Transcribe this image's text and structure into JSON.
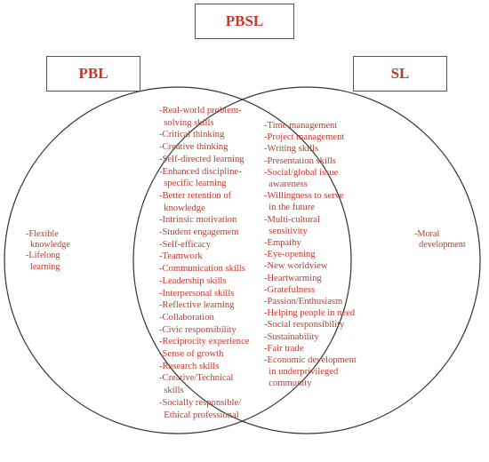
{
  "colors": {
    "text": "#c0392b",
    "outline": "#333333",
    "box_border": "#555555"
  },
  "title_box": {
    "label": "PBSL"
  },
  "left_circle": {
    "label": "PBL"
  },
  "right_circle": {
    "label": "SL"
  },
  "pbl_only": [
    "-Flexible",
    "  knowledge",
    "-Lifelong",
    "  learning"
  ],
  "overlap_left": [
    "-Real-world problem-",
    "  solving skills",
    "-Critical thinking",
    "-Creative thinking",
    "-Self-directed learning",
    "-Enhanced discipline-",
    "  specific learning",
    "-Better retention of",
    "  knowledge",
    "-Intrinsic motivation",
    "-Student engagement",
    "-Self-efficacy",
    "-Teamwork",
    "-Communication skills",
    "-Leadership skills",
    "-Interpersonal skills",
    "-Reflective learning",
    "-Collaboration",
    "-Civic responsibility",
    "-Reciprocity experience",
    "-Sense of growth",
    "-Research skills",
    "-Creative/Technical",
    "  skills",
    "-Socially responsible/",
    "  Ethical professional"
  ],
  "overlap_right": [
    "-Time management",
    "-Project management",
    "-Writing skills",
    "-Presentation skills",
    "-Social/global issue",
    "  awareness",
    "-Willingness to serve",
    "  in the future",
    "-Multi-cultural",
    "  sensitivity",
    "-Empathy",
    "-Eye-opening",
    "-New worldview",
    "-Heartwarming",
    "-Gratefulness",
    "-Passion/Enthusiasm",
    "-Helping people in need",
    "-Social responsibility",
    "-Sustainability",
    "-Fair trade",
    "-Economic development",
    "  in underprivileged",
    "  community"
  ],
  "sl_only": [
    "-Moral",
    "  development"
  ]
}
